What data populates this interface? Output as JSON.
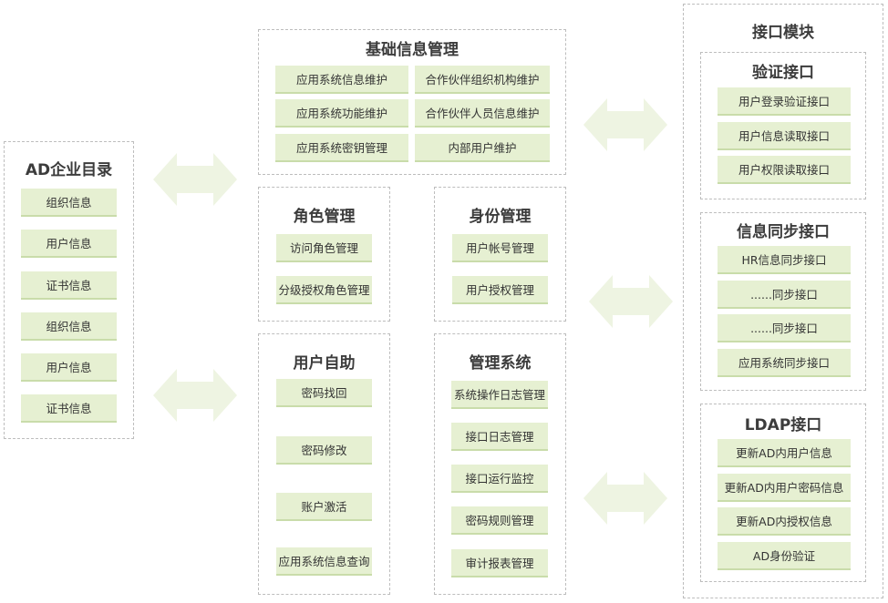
{
  "ad": {
    "title": "AD企业目录",
    "items": [
      "组织信息",
      "用户信息",
      "证书信息",
      "组织信息",
      "用户信息",
      "证书信息"
    ]
  },
  "basic": {
    "title": "基础信息管理",
    "items": [
      "应用系统信息维护",
      "合作伙伴组织机构维护",
      "应用系统功能维护",
      "合作伙伴人员信息维护",
      "应用系统密钥管理",
      "内部用户维护"
    ]
  },
  "role": {
    "title": "角色管理",
    "items": [
      "访问角色管理",
      "分级授权角色管理"
    ]
  },
  "identity": {
    "title": "身份管理",
    "items": [
      "用户帐号管理",
      "用户授权管理"
    ]
  },
  "selfservice": {
    "title": "用户自助",
    "items": [
      "密码找回",
      "密码修改",
      "账户激活",
      "应用系统信息查询"
    ]
  },
  "mgmt": {
    "title": "管理系统",
    "items": [
      "系统操作日志管理",
      "接口日志管理",
      "接口运行监控",
      "密码规则管理",
      "审计报表管理"
    ]
  },
  "interfaces": {
    "title": "接口模块",
    "auth": {
      "title": "验证接口",
      "items": [
        "用户登录验证接口",
        "用户信息读取接口",
        "用户权限读取接口"
      ]
    },
    "sync": {
      "title": "信息同步接口",
      "items": [
        "HR信息同步接口",
        "......同步接口",
        "......同步接口",
        "应用系统同步接口"
      ]
    },
    "ldap": {
      "title": "LDAP接口",
      "items": [
        "更新AD内用户信息",
        "更新AD内用户密码信息",
        "更新AD内授权信息",
        "AD身份验证"
      ]
    }
  },
  "colors": {
    "item_fill": "#e6f0d2",
    "arrow_fill": "#eef4e2",
    "border": "#bdbdbd"
  },
  "icons": [
    "double-arrow-icon"
  ]
}
